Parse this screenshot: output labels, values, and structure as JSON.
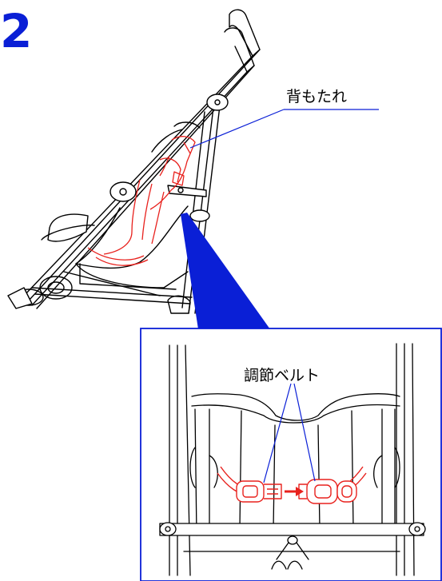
{
  "step_number": "2",
  "labels": {
    "backrest": "背もたれ",
    "adjustment_belt": "調節ベルト"
  },
  "colors": {
    "line": "#000000",
    "highlight": "#e8211d",
    "callout": "#0a1fd6",
    "background": "#ffffff"
  },
  "icons": {
    "stroller": "stroller-side-view-illustration",
    "detail": "backrest-belt-closeup-illustration"
  }
}
